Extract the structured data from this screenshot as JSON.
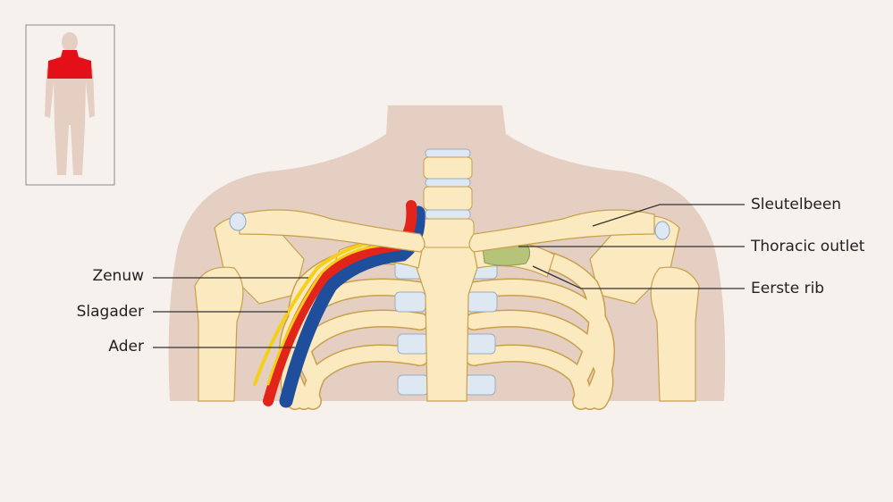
{
  "labels": {
    "left": [
      {
        "id": "zenuw",
        "text": "Zenuw"
      },
      {
        "id": "slagader",
        "text": "Slagader"
      },
      {
        "id": "ader",
        "text": "Ader"
      }
    ],
    "right": [
      {
        "id": "sleutelbeen",
        "text": "Sleutelbeen"
      },
      {
        "id": "thoracic-outlet",
        "text": "Thoracic outlet"
      },
      {
        "id": "eerste-rib",
        "text": "Eerste rib"
      }
    ]
  },
  "colors": {
    "background": "#f7f1ed",
    "skin": "#e4cfc2",
    "bone": "#fbe9c0",
    "bone_outline": "#c9a04a",
    "cartilage": "#dde8f2",
    "nerve": "#f5cf1a",
    "artery": "#e2241b",
    "vein": "#1f4e9c",
    "outlet": "#b6c47a",
    "highlight": "#e3101a",
    "leader": "#333333"
  },
  "icons": {
    "locator": "human-silhouette-icon"
  }
}
